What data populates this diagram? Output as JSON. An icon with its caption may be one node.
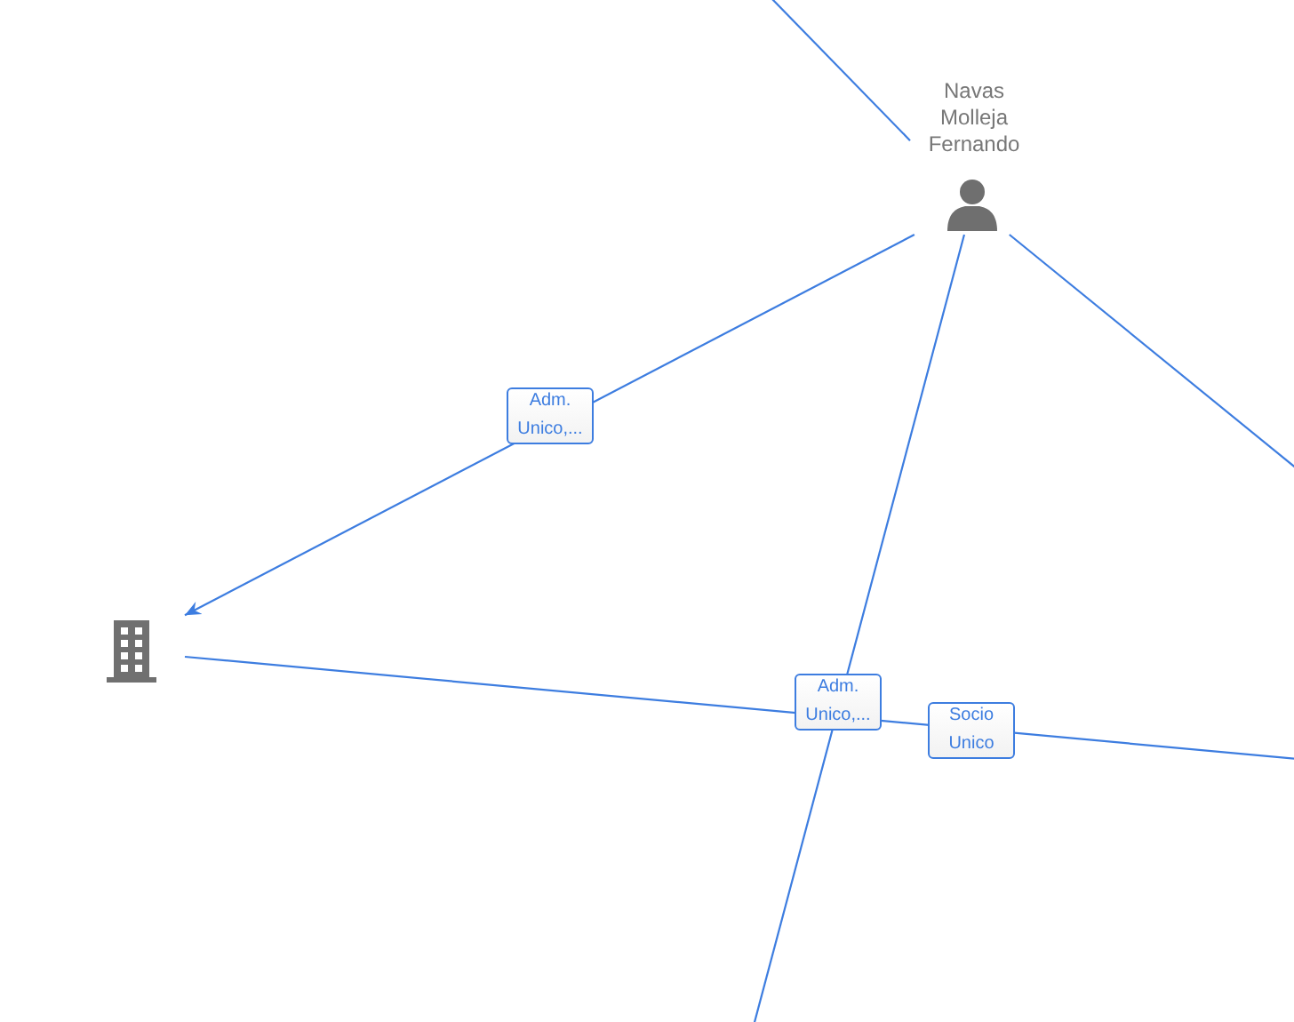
{
  "diagram": {
    "nodes": [
      {
        "text": [
          "Navas Molleja Fernando"
        ]
      },
      {
        "text": [],
        "shape": "building"
      }
    ],
    "edges": [
      {
        "from": null,
        "to": 0,
        "arrow": "none"
      },
      {
        "from": 0,
        "to": 1,
        "arrow": "to",
        "label": "Adm. Unico,..."
      },
      {
        "from": 0,
        "to": null,
        "arrow": "none",
        "label": "Adm. Unico,..."
      },
      {
        "from": 0,
        "to": null,
        "arrow": "none"
      },
      {
        "from": 1,
        "to": null,
        "arrow": "none",
        "label": "Socio Unico"
      }
    ]
  }
}
